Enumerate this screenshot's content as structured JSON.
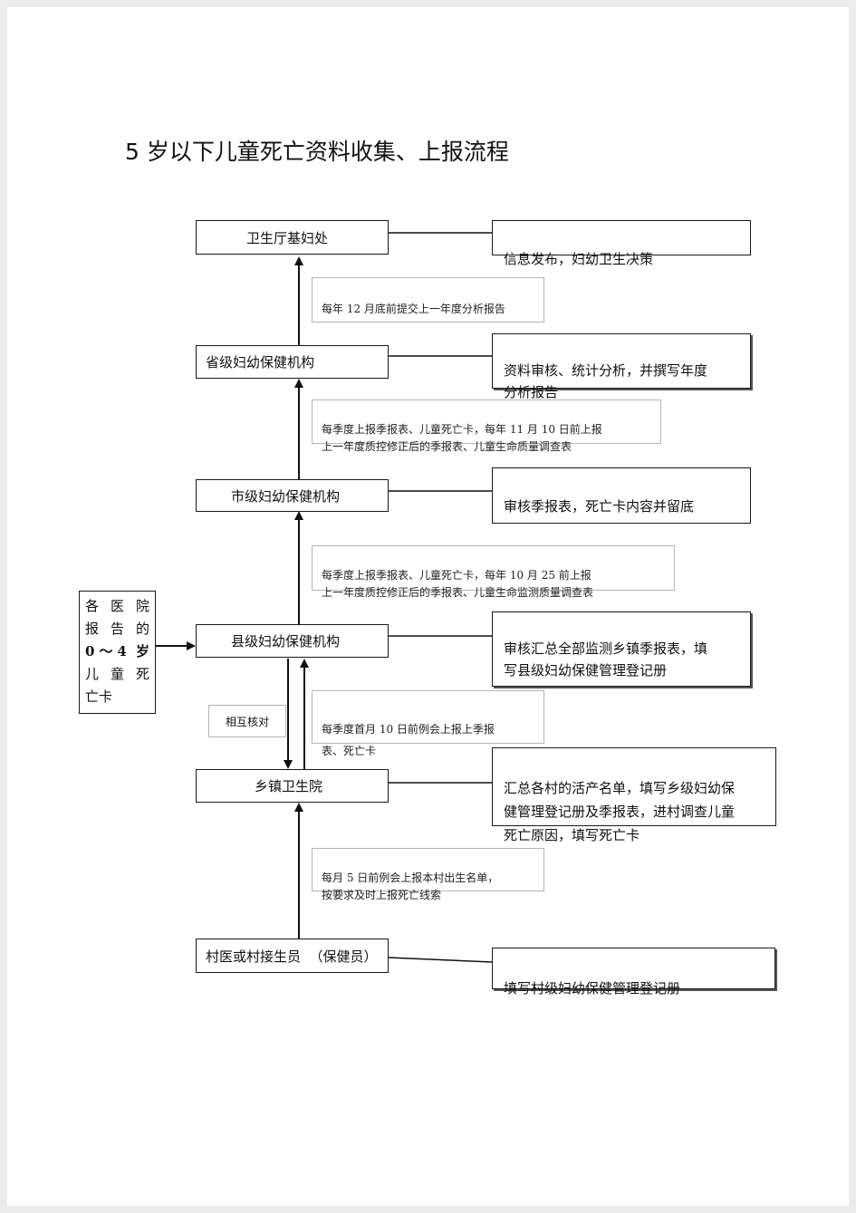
{
  "title": "5 岁以下儿童死亡资料收集、上报流程",
  "nodes": {
    "health_dept": "卫生厅基妇处",
    "provincial": "省级妇幼保健机构",
    "city": "市级妇幼保健机构",
    "county": "县级妇幼保健机构",
    "township": "乡镇卫生院",
    "village": "村医或村接生员  （保健员）"
  },
  "descriptions": {
    "health_dept": "信息发布，妇幼卫生决策",
    "provincial": "资料审核、统计分析，并撰写年度\n分析报告",
    "city": "审核季报表，死亡卡内容并留底",
    "county": "审核汇总全部监测乡镇季报表，填\n写县级妇幼保健管理登记册",
    "township": "汇总各村的活产名单，填写乡级妇幼保\n健管理登记册及季报表，进村调查儿童\n死亡原因，填写死亡卡",
    "village": "填写村级妇幼保健管理登记册"
  },
  "notes": {
    "provincial_to_dept": "每年  12 月底前提交上一年度分析报告",
    "city_to_provincial": "每季度上报季报表、儿童死亡卡，每年      11 月  10 日前上报\n上一年度质控修正后的季报表、儿童生命质量调查表",
    "county_to_city": "每季度上报季报表、儿童死亡卡，每年        10  月  25  前上报\n上一年度质控修正后的季报表、儿童生命监测质量调查表",
    "township_to_county": "每季度首月     10  日前例会上报上季报\n表、死亡卡",
    "village_to_township": "每月  5 日前例会上报本村出生名单，\n按要求及时上报死亡线索"
  },
  "hospital": {
    "lines": [
      "各医院",
      "报告的",
      "0～4 岁",
      "儿童死",
      "亡卡"
    ]
  },
  "verify_label": "相互核对"
}
